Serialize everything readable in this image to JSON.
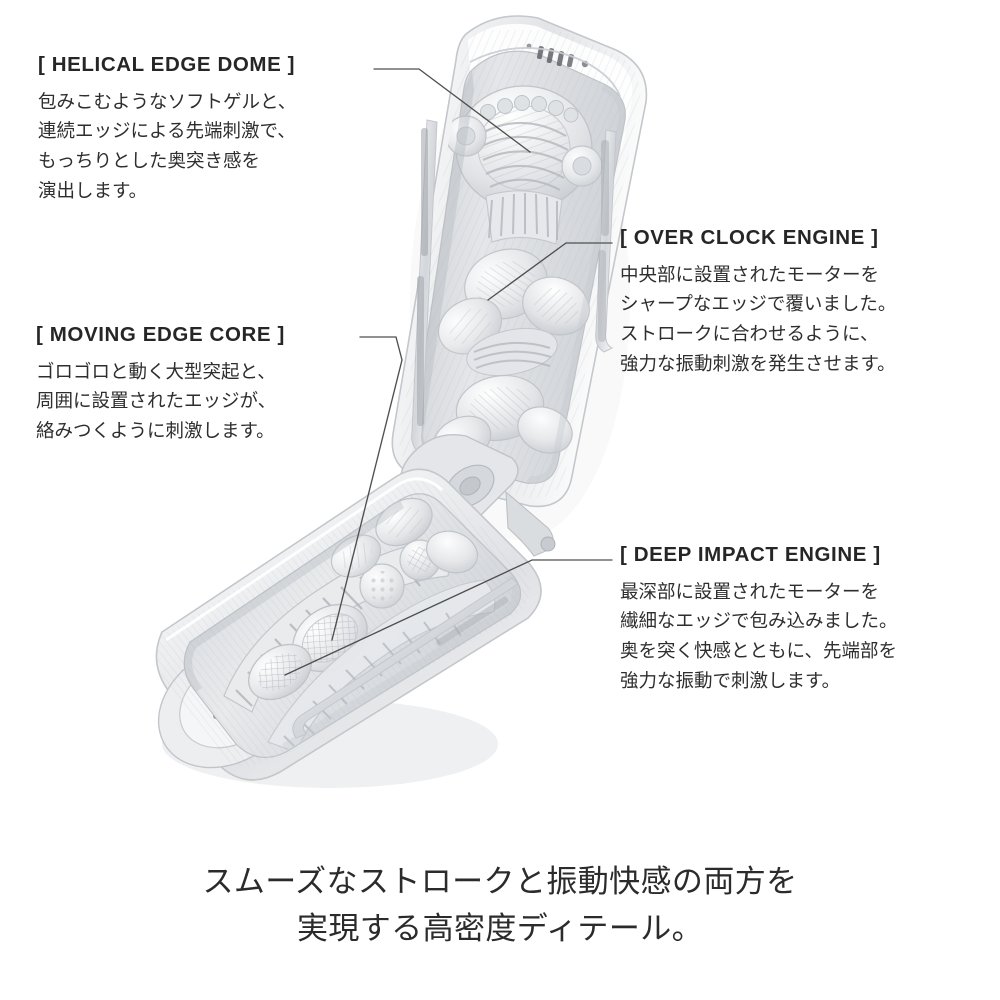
{
  "page": {
    "background_color": "#ffffff",
    "text_color": "#2b2b2b",
    "heading_color": "#262626",
    "leader_line_color": "#4a4a4a"
  },
  "annotations": [
    {
      "id": "helical-edge-dome",
      "title": "[ HELICAL EDGE DOME ]",
      "body_lines": [
        "包みこむようなソフトゲルと、",
        "連続エッジによる先端刺激で、",
        "もっちりとした奥突き感を",
        "演出します。"
      ]
    },
    {
      "id": "over-clock-engine",
      "title": "[ OVER CLOCK ENGINE ]",
      "body_lines": [
        "中央部に設置されたモーターを",
        "シャープなエッジで覆いました。",
        "ストロークに合わせるように、",
        "強力な振動刺激を発生させます。"
      ]
    },
    {
      "id": "moving-edge-core",
      "title": "[ MOVING EDGE CORE ]",
      "body_lines": [
        "ゴロゴロと動く大型突起と、",
        "周囲に設置されたエッジが、",
        "絡みつくように刺激します。"
      ]
    },
    {
      "id": "deep-impact-engine",
      "title": "[ DEEP IMPACT ENGINE ]",
      "body_lines": [
        "最深部に設置されたモーターを",
        "繊細なエッジで包み込みました。",
        "奥を突く快感とともに、先端部を",
        "強力な振動で刺激します。"
      ]
    }
  ],
  "tagline": {
    "lines": [
      "スムーズなストロークと振動快感の両方を",
      "実現する高密度ディテール。"
    ]
  },
  "product": {
    "name": "hinged-capsule-device",
    "description": "open clamshell capsule case with textured internal sleeve",
    "shell_color": "#e9eaec",
    "shell_highlight": "#ffffff",
    "shell_shadow": "#b9bcc0",
    "interior_color": "#d7d9dc"
  }
}
